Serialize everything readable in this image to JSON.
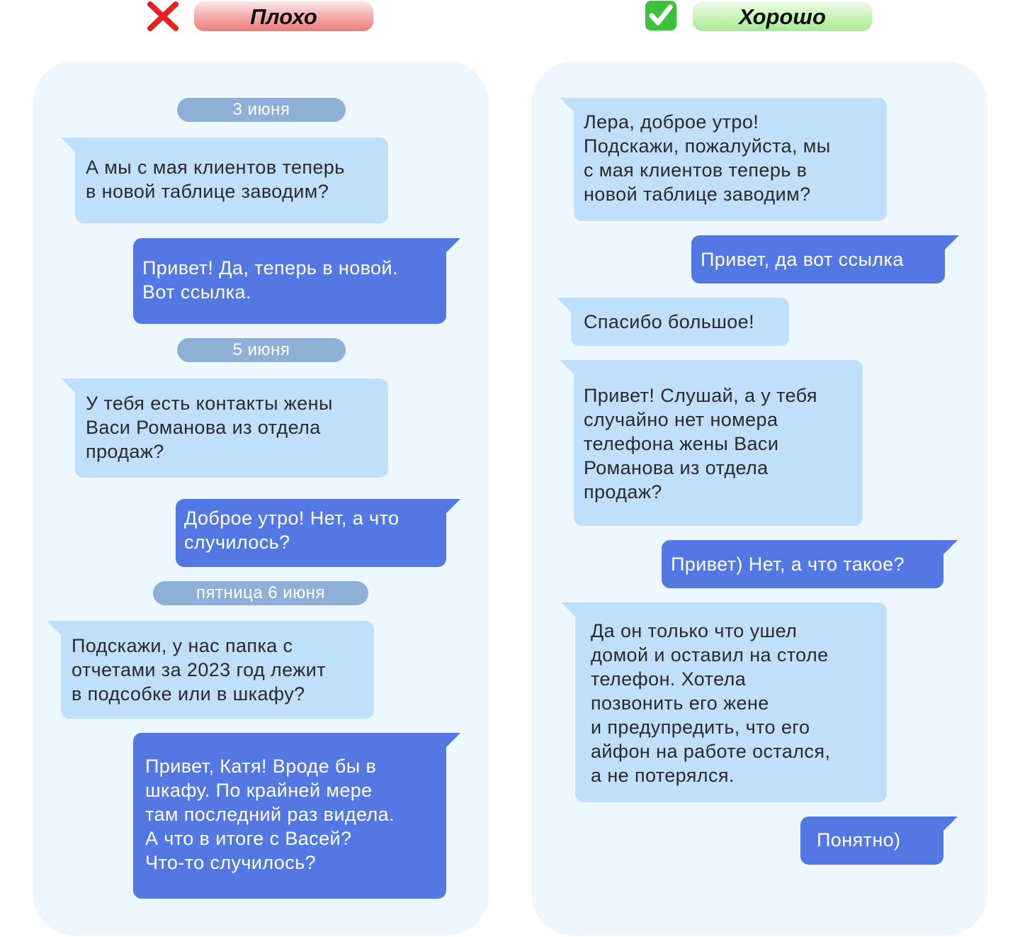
{
  "bad": {
    "title": "Плохо",
    "mark_icon": "red-cross-icon",
    "mark_color": "#e52222",
    "dates": [
      "3 июня",
      "5 июня",
      "пятница 6 июня"
    ],
    "messages": [
      "А мы с мая клиентов теперь\nв новой таблице заводим?",
      "Привет! Да, теперь в новой.\nВот ссылка.",
      "У тебя есть контакты жены\nВаси Романова из отдела\nпродаж?",
      "Доброе утро! Нет, а что\nслучилось?",
      "Подскажи, у нас папка с\nотчетами за 2023 год лежит\nв подсобке или в шкафу?",
      "Привет, Катя! Вроде бы в\nшкафу. По крайней мере\nтам последний раз видела.\nА что в итоге с Васей?\nЧто-то случилось?"
    ]
  },
  "good": {
    "title": "Хорошо",
    "mark_icon": "green-check-icon",
    "mark_color": "#3cc13b",
    "messages": [
      "Лера, доброе утро!\nПодскажи, пожалуйста, мы\nс мая клиентов теперь в\nновой таблице заводим?",
      "Привет, да вот ссылка",
      "Спасибо большое!",
      "Привет! Слушай, а у тебя\nслучайно нет номера\nтелефона жены Васи\nРоманова из отдела\nпродаж?",
      "Привет) Нет, а что такое?",
      "Да он только что ушел\nдомой и оставил на столе\nтелефон. Хотела\nпозвонить его жене\nи предупредить, что его\nайфон на работе остался,\nа не потерялся.",
      "Понятно)"
    ]
  }
}
